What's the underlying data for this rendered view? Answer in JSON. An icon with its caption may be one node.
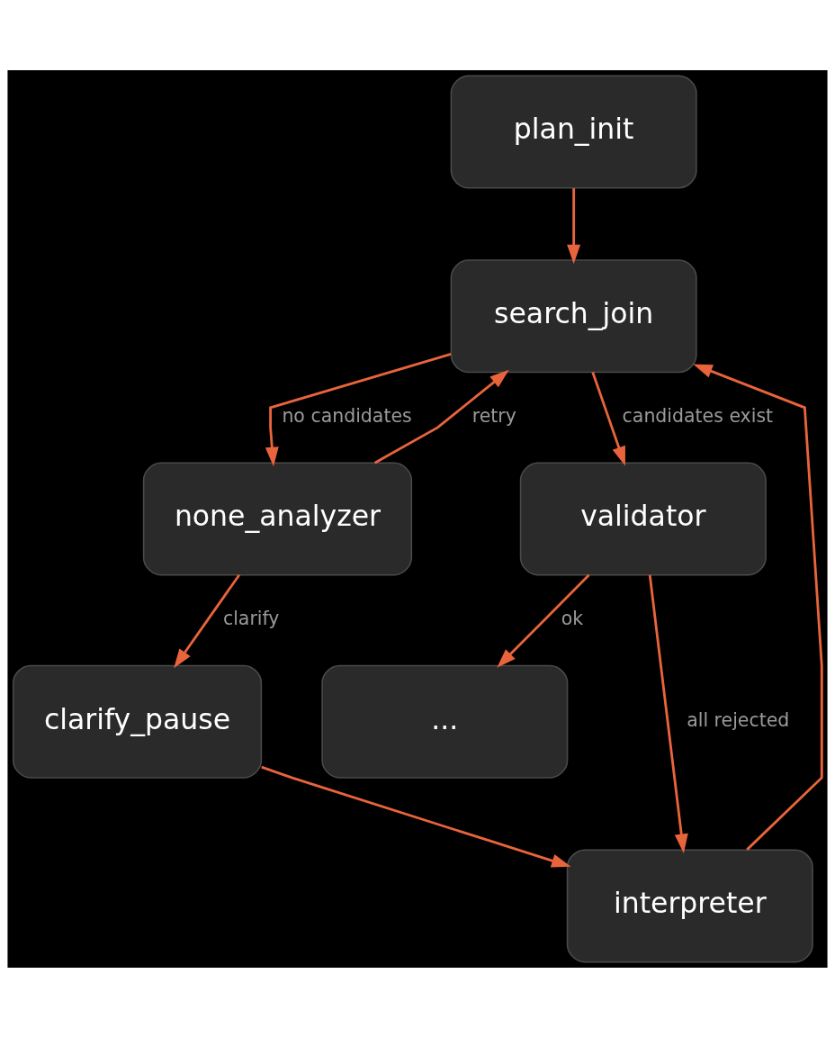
{
  "diagram": {
    "nodes": [
      {
        "text": [
          "plan_init"
        ]
      },
      {
        "text": [
          "search_join"
        ]
      },
      {
        "text": [
          "none_analyzer"
        ]
      },
      {
        "text": [
          "validator"
        ]
      },
      {
        "text": [
          "clarify_pause"
        ]
      },
      {
        "text": [
          "..."
        ]
      },
      {
        "text": [
          "interpreter"
        ]
      }
    ],
    "edges": [
      {
        "from": 0,
        "to": 1,
        "arrow": "to"
      },
      {
        "from": 1,
        "to": 3,
        "arrow": "to",
        "label": "candidates exist"
      },
      {
        "from": 1,
        "to": 2,
        "arrow": "to",
        "label": "no candidates"
      },
      {
        "from": 2,
        "to": 1,
        "arrow": "to",
        "label": "retry"
      },
      {
        "from": 2,
        "to": 4,
        "arrow": "to",
        "label": "clarify"
      },
      {
        "from": 3,
        "to": 5,
        "arrow": "to",
        "label": "ok"
      },
      {
        "from": 3,
        "to": 6,
        "arrow": "to",
        "label": "all rejected"
      },
      {
        "from": 4,
        "to": 6,
        "arrow": "to"
      },
      {
        "from": 6,
        "to": 1,
        "arrow": "to"
      }
    ]
  }
}
